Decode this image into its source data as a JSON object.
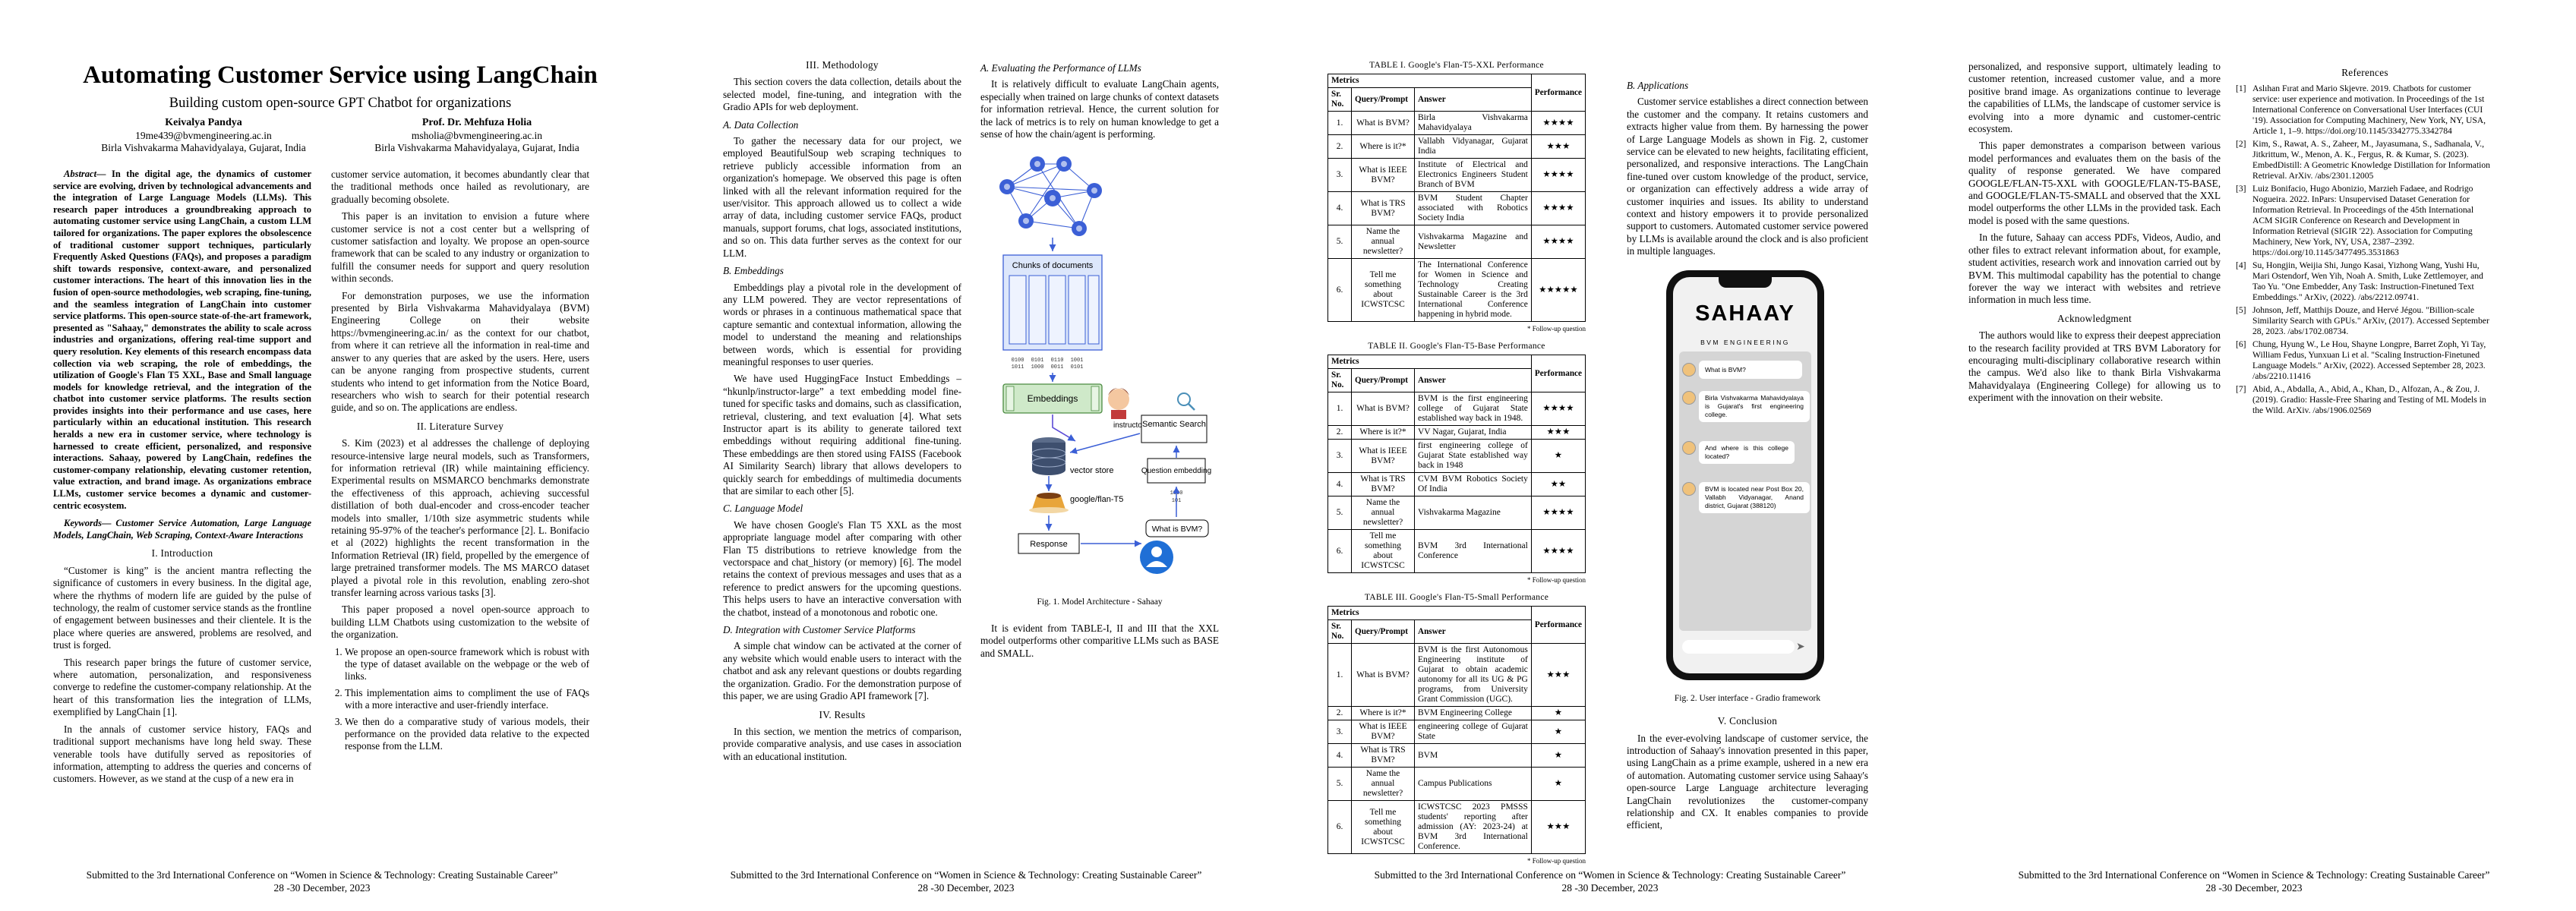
{
  "footer": {
    "line1": "Submitted to the 3rd International Conference on “Women in Science & Technology: Creating Sustainable Career”",
    "line2": "28 -30 December, 2023"
  },
  "header": {
    "title": "Automating Customer Service using LangChain",
    "subtitle": "Building custom open-source GPT Chatbot for organizations",
    "authors": [
      {
        "name": "Keivalya Pandya",
        "email": "19me439@bvmengineering.ac.in",
        "affiliation": "Birla Vishvakarma Mahavidyalaya, Gujarat, India"
      },
      {
        "name": "Prof. Dr. Mehfuza Holia",
        "email": "msholia@bvmengineering.ac.in",
        "affiliation": "Birla Vishvakarma Mahavidyalaya, Gujarat, India"
      }
    ]
  },
  "abstract": {
    "label": "Abstract—",
    "text": " In the digital age, the dynamics of customer service are evolving, driven by technological advancements and the integration of Large Language Models (LLMs). This research paper introduces a groundbreaking approach to automating customer service using LangChain, a custom LLM tailored for organizations. The paper explores the obsolescence of traditional customer support techniques, particularly Frequently Asked Questions (FAQs), and proposes a paradigm shift towards responsive, context-aware, and personalized customer interactions. The heart of this innovation lies in the fusion of open-source methodologies, web scraping, fine-tuning, and the seamless integration of LangChain into customer service platforms. This open-source state-of-the-art framework, presented as \"Sahaay,\" demonstrates the ability to scale across industries and organizations, offering real-time support and query resolution. Key elements of this research encompass data collection via web scraping, the role of embeddings, the utilization of Google's Flan T5 XXL, Base and Small language models for knowledge retrieval, and the integration of the chatbot into customer service platforms. The results section provides insights into their performance and use cases, here particularly within an educational institution. This research heralds a new era in customer service, where technology is harnessed to create efficient, personalized, and responsive interactions. Sahaay, powered by LangChain, redefines the customer-company relationship, elevating customer retention, value extraction, and brand image. As organizations embrace LLMs, customer service becomes a dynamic and customer-centric ecosystem.",
    "keywords_label": "Keywords—",
    "keywords": "Customer Service Automation, Large Language Models, LangChain, Web Scraping, Context-Aware Interactions"
  },
  "col1": {
    "intro_heading": "I.   Introduction",
    "p1": "“Customer is king” is the ancient mantra reflecting the significance of customers in every business. In the digital age, where the rhythms of modern life are guided by the pulse of technology, the realm of customer service stands as the frontline of engagement between businesses and their clientele. It is the place where queries are answered, problems are resolved, and trust is forged.",
    "p2": "This research paper brings the future of customer service, where automation, personalization, and responsiveness converge to redefine the customer-company relationship. At the heart of this transformation lies the integration of LLMs, exemplified by LangChain [1].",
    "p3": "In the annals of customer service history, FAQs and traditional support mechanisms have long held sway. These venerable tools have dutifully served as repositories of information, attempting to address the queries and concerns of customers. However, as we stand at the cusp of a new era in"
  },
  "col2": {
    "p1": "customer service automation, it becomes abundantly clear that the traditional methods once hailed as revolutionary, are gradually becoming obsolete.",
    "p2": "This paper is an invitation to envision a future where customer service is not a cost center but a wellspring of customer satisfaction and loyalty. We propose an open-source framework that can be scaled to any industry or organization to fulfill the consumer needs for support and query resolution within seconds.",
    "p3": "For demonstration purposes, we use the information presented by Birla Vishvakarma Mahavidyalaya (BVM) Engineering College on their website https://bvmengineering.ac.in/ as the context for our chatbot, from where it can retrieve all the information in real-time and answer to any queries that are asked by the users. Here, users can be anyone ranging from prospective students, current students who intend to get information from the Notice Board, researchers who wish to search for their potential research guide, and so on. The applications are endless.",
    "lit_heading": "II.   Literature Survey",
    "p4": "S. Kim (2023) et al addresses the challenge of deploying resource-intensive large neural models, such as Transformers, for information retrieval (IR) while maintaining efficiency. Experimental results on MSMARCO benchmarks demonstrate the effectiveness of this approach, achieving successful distillation of both dual-encoder and cross-encoder teacher models into smaller, 1/10th size asymmetric students while retaining 95-97% of the teacher's performance [2]. L. Bonifacio et al (2022) highlights the recent transformation in the Information Retrieval (IR) field, propelled by the emergence of large pretrained transformer models. The MS MARCO dataset played a pivotal role in this revolution, enabling zero-shot transfer learning across various tasks [3].",
    "p5": "This paper proposed a novel open-source approach to building LLM Chatbots using customization to the website of the organization.",
    "items": [
      "We propose an open-source framework which is robust with the type of dataset available on the webpage or the web of links.",
      "This implementation aims to compliment the use of FAQs with a more interactive and user-friendly interface.",
      "We then do a comparative study of various models, their performance on the provided data relative to the expected response from the LLM."
    ]
  },
  "col3": {
    "method_heading": "III.   Methodology",
    "p1": "This section covers the data collection, details about the selected model, fine-tuning, and integration with the Gradio APIs for web deployment.",
    "dc_heading": "A.  Data Collection",
    "p2": "To gather the necessary data for our project, we employed BeautifulSoup web scraping techniques to retrieve publicly accessible information from an organization's homepage. We observed this page is often linked with all the relevant information required for the user/visitor. This approach allowed us to collect a wide array of data, including customer service FAQs, product manuals, support forums, chat logs, associated institutions, and so on. This data further serves as the context for our LLM.",
    "emb_heading": "B.  Embeddings",
    "p3": "Embeddings play a pivotal role in the development of any LLM powered. They are vector representations of words or phrases in a continuous mathematical space that capture semantic and contextual information, allowing the model to understand the meaning and relationships between words, which is essential for providing meaningful responses to user queries.",
    "p4": "We have used HuggingFace Instuct Embeddings – “hkunlp/instructor-large” a text embedding model fine-tuned for specific tasks and domains, such as classification, retrieval, clustering, and text evaluation [4]. What sets Instructor apart is its ability to generate tailored text embeddings without requiring additional fine-tuning. These embeddings are then stored using FAISS (Facebook AI Similarity Search) library that allows developers to quickly search for embeddings of multimedia documents that are similar to each other [5].",
    "lm_heading": "C.  Language Model",
    "p5": "We have chosen Google's Flan T5 XXL as the most appropriate language model after comparing with other Flan T5 distributions to retrieve knowledge from the vectorspace and chat_history (or memory) [6]. The model retains the context of previous messages and uses that as a reference to predict answers for the upcoming questions. This helps users to have an interactive conversation with the chatbot, instead of a monotonous and robotic one.",
    "int_heading": "D.  Integration with Customer Service Platforms",
    "p6": "A simple chat window can be activated at the corner of any website which would enable users to interact with the chatbot and ask any relevant questions or doubts regarding the organization. Gradio. For the demonstration purpose of this paper, we are using Gradio API framework [7].",
    "res_heading": "IV.   Results",
    "p7": "In this section, we mention the metrics of comparison, provide comparative analysis, and use cases in association with an educational institution."
  },
  "col4": {
    "eval_heading": "A.  Evaluating the Performance of LLMs",
    "p1": "It is relatively difficult to evaluate LangChain agents, especially when trained on large chunks of context datasets for information retrieval. Hence, the current solution for the lack of metrics is to rely on human knowledge to get a sense of how the chain/agent is performing.",
    "fig_labels": {
      "chunks": "Chunks of documents",
      "embeddings": "Embeddings",
      "instructor": "instructor-xxl",
      "vector_store": "vector store",
      "flan": "google/flan-T5",
      "response": "Response",
      "semantic": "Semantic Search",
      "question_emb": "Question embedding",
      "user_q": "What is BVM?"
    },
    "fig_caption": "Fig. 1.   Model Architecture - Sahaay",
    "p2": "It is evident from TABLE-I, II and III that the XXL model outperforms other comparitive LLMs such as BASE and SMALL."
  },
  "tables": {
    "t1": {
      "caption": "TABLE I.      Google's Flan-T5-XXL Performance",
      "rows": [
        {
          "n": "1.",
          "q": "What is BVM?",
          "a": "Birla Vishvakarma Mahavidyalaya",
          "p": "★★★★"
        },
        {
          "n": "2.",
          "q": "Where is it?*",
          "a": "Vallabh Vidyanagar, Gujarat India",
          "p": "★★★"
        },
        {
          "n": "3.",
          "q": "What is IEEE BVM?",
          "a": "Institute of Electrical and Electronics Engineers Student Branch of BVM",
          "p": "★★★★"
        },
        {
          "n": "4.",
          "q": "What is TRS BVM?",
          "a": "BVM Student Chapter associated with Robotics Society India",
          "p": "★★★★"
        },
        {
          "n": "5.",
          "q": "Name the annual newsletter?",
          "a": "Vishvakarma Magazine and Newsletter",
          "p": "★★★★"
        },
        {
          "n": "6.",
          "q": "Tell me something about ICWSTCSC",
          "a": "The International Conference for Women in Science and Technology Creating Sustainable Career is the 3rd International Conference happening in hybrid mode.",
          "p": "★★★★★"
        }
      ]
    },
    "t2": {
      "caption": "TABLE II.      Google's Flan-T5-Base Performance",
      "rows": [
        {
          "n": "1.",
          "q": "What is BVM?",
          "a": "BVM is the first engineering college of Gujarat State established way back in 1948.",
          "p": "★★★★"
        },
        {
          "n": "2.",
          "q": "Where is it?*",
          "a": "VV Nagar, Gujarat, India",
          "p": "★★★"
        },
        {
          "n": "3.",
          "q": "What is IEEE BVM?",
          "a": "first engineering college of Gujarat State established way back in 1948",
          "p": "★"
        },
        {
          "n": "4.",
          "q": "What is TRS BVM?",
          "a": "CVM BVM Robotics Society Of India",
          "p": "★★"
        },
        {
          "n": "5.",
          "q": "Name the annual newsletter?",
          "a": "Vishvakarma Magazine",
          "p": "★★★★"
        },
        {
          "n": "6.",
          "q": "Tell me something about ICWSTCSC",
          "a": "BVM 3rd International Conference",
          "p": "★★★★"
        }
      ]
    },
    "t3": {
      "caption": "TABLE III.      Google's Flan-T5-Small Performance",
      "rows": [
        {
          "n": "1.",
          "q": "What is BVM?",
          "a": "BVM is the first Autonomous Engineering institute of Gujarat to obtain academic autonomy for all its UG & PG programs, from University Grant Commission (UGC).",
          "p": "★★★"
        },
        {
          "n": "2.",
          "q": "Where is it?*",
          "a": "BVM Engineering College",
          "p": "★"
        },
        {
          "n": "3.",
          "q": "What is IEEE BVM?",
          "a": "engineering college of Gujarat State",
          "p": "★"
        },
        {
          "n": "4.",
          "q": "What is TRS BVM?",
          "a": "BVM",
          "p": "★"
        },
        {
          "n": "5.",
          "q": "Name the annual newsletter?",
          "a": "Campus Publications",
          "p": "★"
        },
        {
          "n": "6.",
          "q": "Tell me something about ICWSTCSC",
          "a": "ICWSTCSC 2023 PMSSS students' reporting after admission (AY: 2023-24) at BVM 3rd International Conference.",
          "p": "★★★"
        }
      ]
    },
    "header_metrics": "Metrics",
    "header_no": "Sr. No.",
    "header_q": "Query/Prompt",
    "header_a": "Answer",
    "header_p": "Performance",
    "footnote": "* Follow-up question"
  },
  "col6": {
    "app_heading": "B.  Applications",
    "p1": "Customer service establishes a direct connection between the customer and the company. It retains customers and extracts higher value from them. By harnessing the power of Large Language Models as shown in Fig. 2, customer service can be elevated to new heights, facilitating efficient, personalized, and responsive interactions. The LangChain fine-tuned over custom knowledge of the product, service, or organization can effectively address a wide array of customer inquiries and issues. Its ability to understand context and history empowers it to provide personalized support to customers. Automated customer service powered by LLMs is available around the clock and is also proficient in multiple languages.",
    "phone": {
      "brand": "SAHAAY",
      "brand_sub": "BVM ENGINEERING",
      "m1": "What is BVM?",
      "m2": "Birla Vishvakarma Mahavidyalaya is Gujarat's first engineering college.",
      "m3": "And where is this college located?",
      "m4": "BVM is located near Post Box 20, Vallabh Vidyanagar, Anand district, Gujarat (388120)"
    },
    "fig2_caption": "Fig. 2.   User interface - Gradio framework",
    "conc_heading": "V.   Conclusion",
    "p2": "In the ever-evolving landscape of customer service, the introduction of Sahaay's innovation presented in this paper, using LangChain as a prime example, ushered in a new era of automation. Automating customer service using Sahaay's open-source Large Language architecture leveraging LangChain revolutionizes the customer-company relationship and CX. It enables companies to provide efficient,"
  },
  "col7": {
    "p1": "personalized, and responsive support, ultimately leading to customer retention, increased customer value, and a more positive brand image. As organizations continue to leverage the capabilities of LLMs, the landscape of customer service is evolving into a more dynamic and customer-centric ecosystem.",
    "p2": "This paper demonstrates a comparison between various model performances and evaluates them on the basis of the quality of response generated. We have compared GOOGLE/FLAN-T5-XXL with GOOGLE/FLAN-T5-BASE, and GOOGLE/FLAN-T5-SMALL and observed that the XXL model outperforms the other LLMs in the provided task. Each model is posed with the same questions.",
    "p3": "In the future, Sahaay can access PDFs, Videos, Audio, and other files to extract relevant information about, for example, student activities, research work and innovation carried out by BVM. This multimodal capability has the potential to change forever the way we interact with websites and retrieve information in much less time.",
    "ack_heading": "Acknowledgment",
    "p4": "The authors would like to express their deepest appreciation to the research facility provided at TRS BVM Laboratory for encouraging multi-disciplinary collaborative research within the campus. We'd also like to thank Birla Vishvakarma Mahavidyalaya (Engineering College) for allowing us to experiment with the innovation on their website."
  },
  "col8": {
    "ref_heading": "References",
    "refs": [
      {
        "n": "[1]",
        "t": "Aslıhan Fırat and Mario Skjevre. 2019. Chatbots for customer service: user experience and motivation. In Proceedings of the 1st International Conference on Conversational User Interfaces (CUI '19). Association for Computing Machinery, New York, NY, USA, Article 1, 1–9. https://doi.org/10.1145/3342775.3342784"
      },
      {
        "n": "[2]",
        "t": "Kim, S., Rawat, A. S., Zaheer, M., Jayasumana, S., Sadhanala, V., Jitkrittum, W., Menon, A. K., Fergus, R. & Kumar, S. (2023). EmbedDistill: A Geometric Knowledge Distillation for Information Retrieval. ArXiv. /abs/2301.12005"
      },
      {
        "n": "[3]",
        "t": "Luiz Bonifacio, Hugo Abonizio, Marzieh Fadaee, and Rodrigo Nogueira. 2022. InPars: Unsupervised Dataset Generation for Information Retrieval. In Proceedings of the 45th International ACM SIGIR Conference on Research and Development in Information Retrieval (SIGIR '22). Association for Computing Machinery, New York, NY, USA, 2387–2392. https://doi.org/10.1145/3477495.3531863"
      },
      {
        "n": "[4]",
        "t": "Su, Hongjin, Weijia Shi, Jungo Kasai, Yizhong Wang, Yushi Hu, Mari Ostendorf, Wen Yih, Noah A. Smith, Luke Zettlemoyer, and Tao Yu. \"One Embedder, Any Task: Instruction-Finetuned Text Embeddings.\" ArXiv, (2022). /abs/2212.09741."
      },
      {
        "n": "[5]",
        "t": "Johnson, Jeff, Matthijs Douze, and Hervé Jégou. \"Billion-scale Similarity Search with GPUs.\" ArXiv, (2017). Accessed September 28, 2023. /abs/1702.08734."
      },
      {
        "n": "[6]",
        "t": "Chung, Hyung W., Le Hou, Shayne Longpre, Barret Zoph, Yi Tay, William Fedus, Yunxuan Li et al. \"Scaling Instruction-Finetuned Language Models.\" ArXiv, (2022). Accessed September 28, 2023. /abs/2210.11416"
      },
      {
        "n": "[7]",
        "t": "Abid, A., Abdalla, A., Abid, A., Khan, D., Alfozan, A., & Zou, J. (2019). Gradio: Hassle-Free Sharing and Testing of ML Models in the Wild. ArXiv. /abs/1906.02569"
      }
    ]
  }
}
